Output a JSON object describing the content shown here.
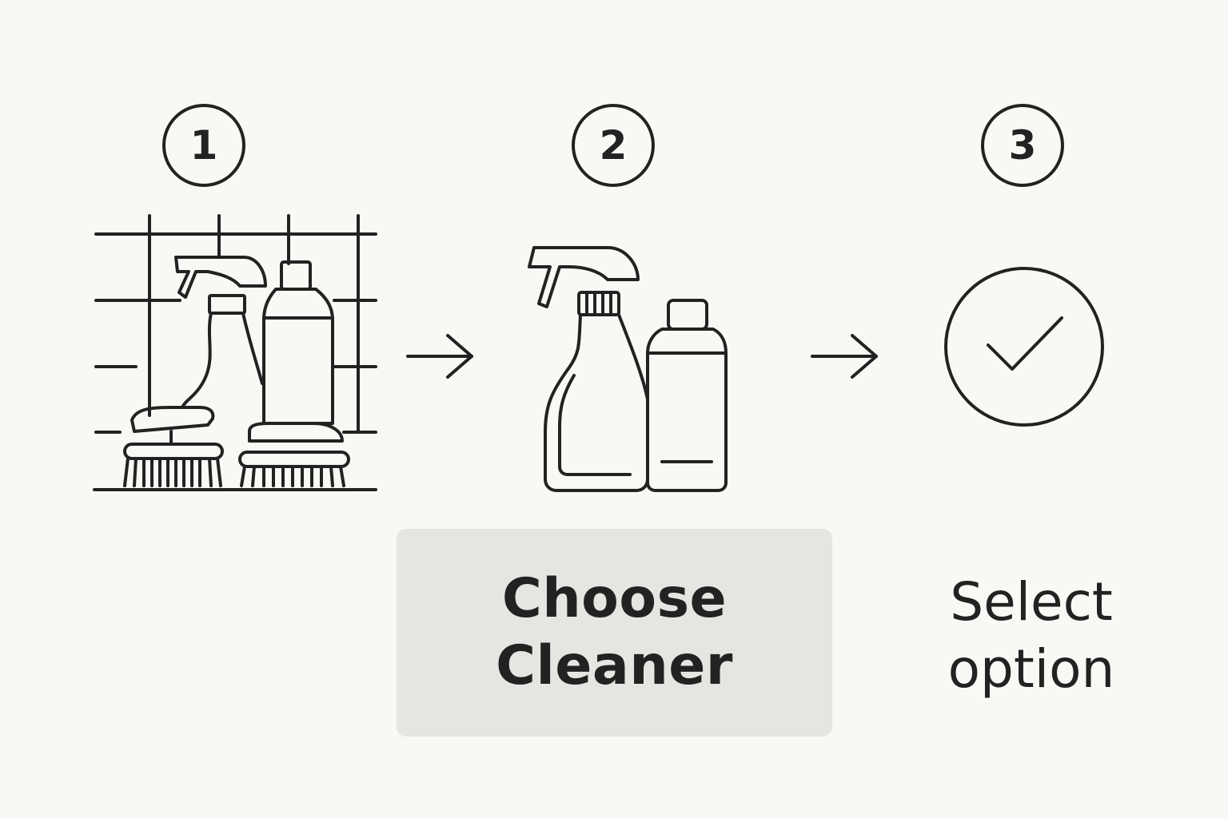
{
  "steps": [
    {
      "number": "1",
      "icon": "cleaning-supplies-with-tiles-icon"
    },
    {
      "number": "2",
      "icon": "spray-bottle-and-bottle-icon",
      "label_line1": "Choose",
      "label_line2": "Cleaner",
      "highlighted": true
    },
    {
      "number": "3",
      "icon": "checkmark-circle-icon",
      "label_line1": "Select",
      "label_line2": "option"
    }
  ],
  "connectors": [
    "arrow-right-icon",
    "arrow-right-icon"
  ],
  "colors": {
    "background": "#f9f8f4",
    "ink": "#222222",
    "highlight_box": "#e6e5e1"
  }
}
